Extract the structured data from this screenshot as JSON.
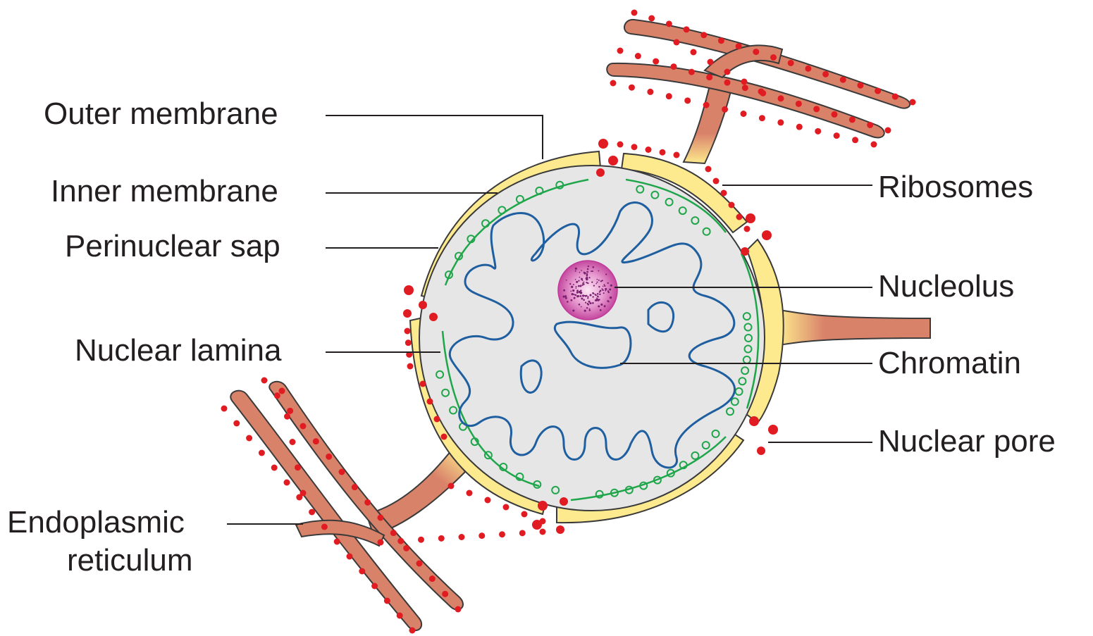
{
  "diagram": {
    "labels": {
      "outer_membrane": "Outer membrane",
      "inner_membrane": "Inner membrane",
      "perinuclear_sap": "Perinuclear sap",
      "nuclear_lamina": "Nuclear lamina",
      "endoplasmic_line1": "Endoplasmic",
      "endoplasmic_line2": "reticulum",
      "ribosomes": "Ribosomes",
      "nucleolus": "Nucleolus",
      "chromatin": "Chromatin",
      "nuclear_pore": "Nuclear pore"
    },
    "colors": {
      "envelope_fill": "#fdea8e",
      "envelope_stroke": "#3a3a3a",
      "nucleoplasm": "#e6e6e6",
      "er_fill": "#d9826a",
      "ribosome": "#e11b22",
      "lamina": "#1fa64a",
      "chromatin": "#1f5fa0",
      "nucleolus": "#c03a9a",
      "leader_line": "#231f20"
    }
  }
}
